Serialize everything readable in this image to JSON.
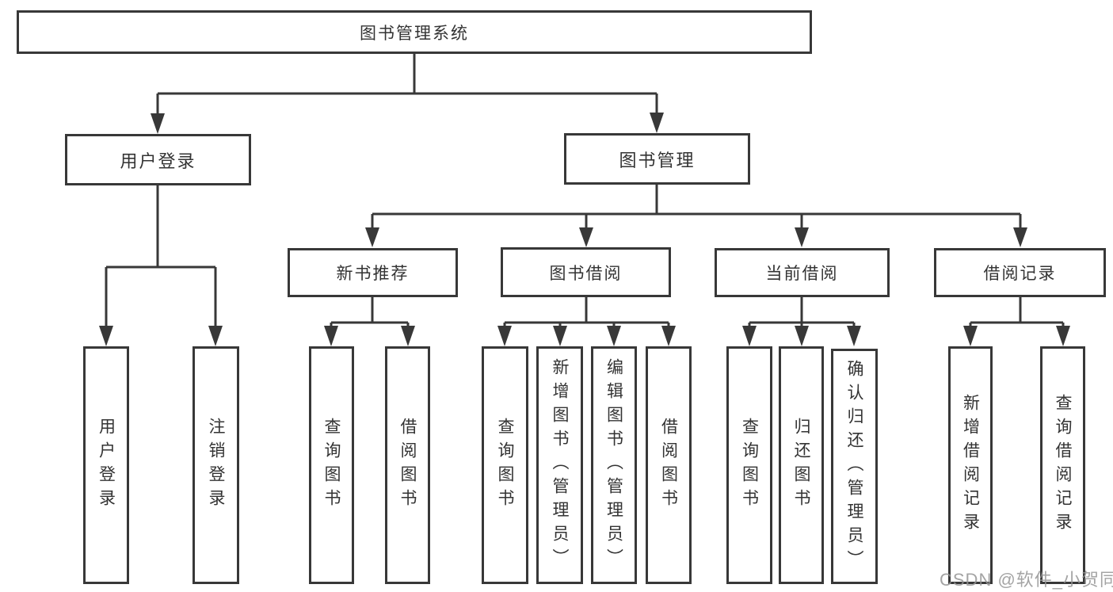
{
  "diagram_title": "图书管理系统",
  "tree": {
    "label": "图书管理系统",
    "children": [
      {
        "label": "用户登录",
        "children": [
          {
            "label": "用户登录"
          },
          {
            "label": "注销登录"
          }
        ]
      },
      {
        "label": "图书管理",
        "children": [
          {
            "label": "新书推荐",
            "children": [
              {
                "label": "查询图书"
              },
              {
                "label": "借阅图书"
              }
            ]
          },
          {
            "label": "图书借阅",
            "children": [
              {
                "label": "查询图书"
              },
              {
                "label": "新增图书（管理员）"
              },
              {
                "label": "编辑图书（管理员）"
              },
              {
                "label": "借阅图书"
              }
            ]
          },
          {
            "label": "当前借阅",
            "children": [
              {
                "label": "查询图书"
              },
              {
                "label": "归还图书"
              },
              {
                "label": "确认归还（管理员）"
              }
            ]
          },
          {
            "label": "借阅记录",
            "children": [
              {
                "label": "新增借阅记录"
              },
              {
                "label": "查询借阅记录"
              }
            ]
          }
        ]
      }
    ]
  },
  "watermark": {
    "text": "CSDN @软件_小贺同学"
  },
  "colors": {
    "line": "#383838",
    "box_border": "#383838",
    "text": "#333333",
    "watermark": "#949494",
    "background": "#ffffff"
  }
}
